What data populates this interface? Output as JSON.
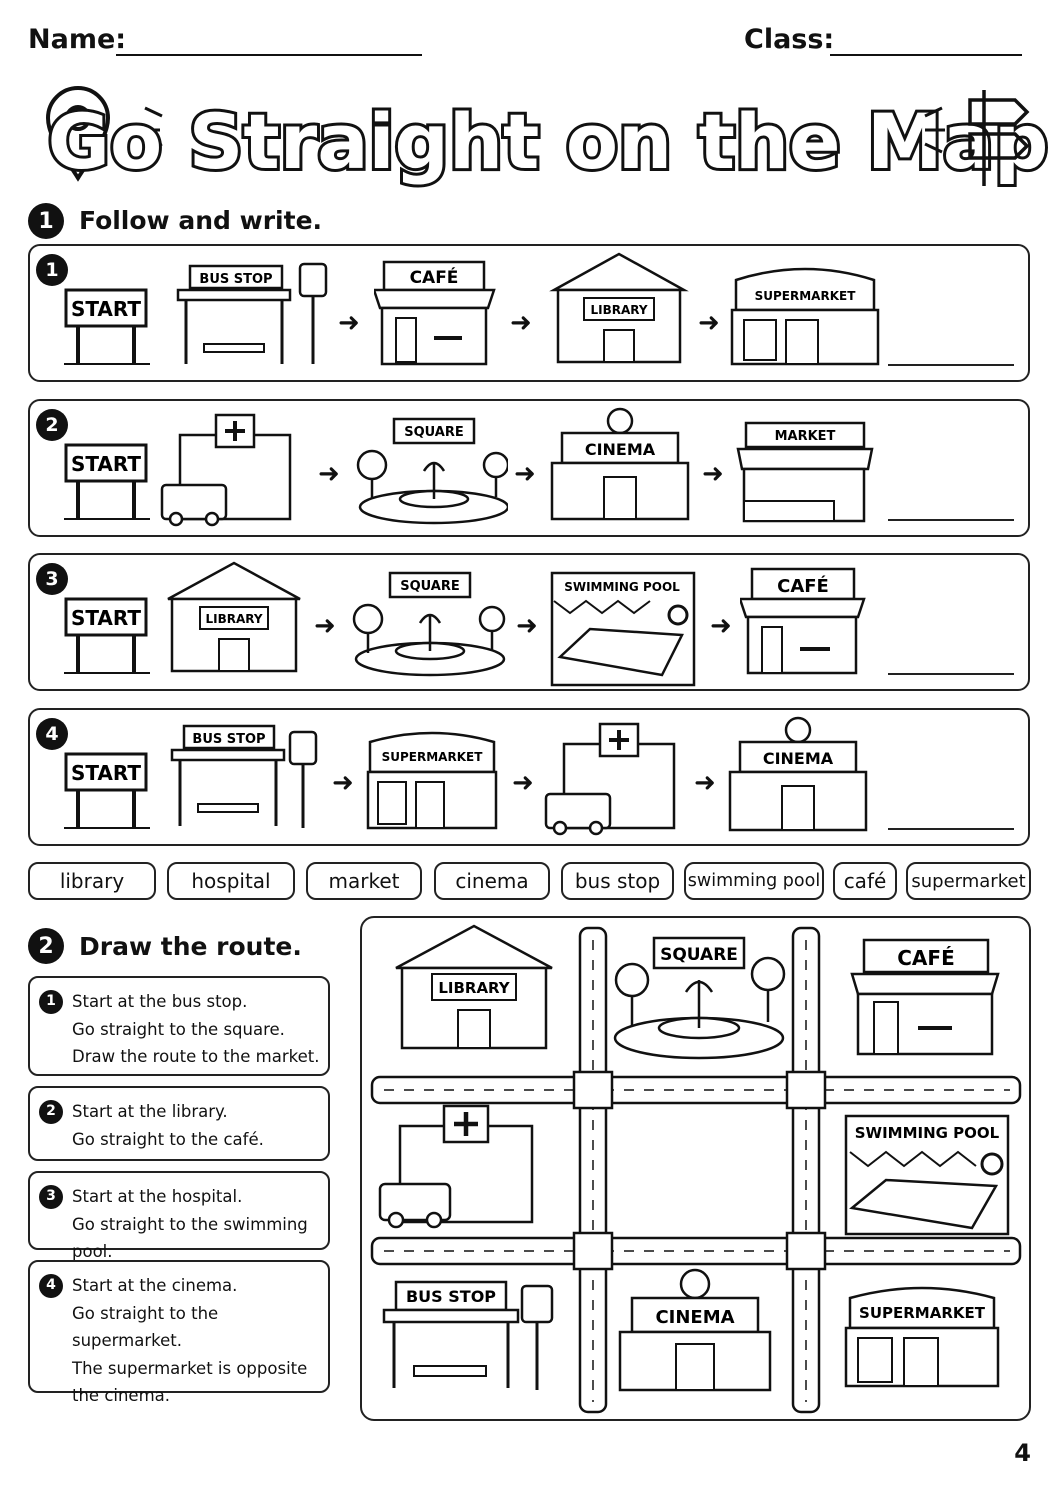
{
  "header": {
    "name_label": "Name:",
    "class_label": "Class:"
  },
  "title": "Go Straight on the Map",
  "section1": {
    "number": "1",
    "heading": "Follow and write."
  },
  "rows": [
    {
      "number": "1",
      "start": "START",
      "places": [
        "BUS STOP",
        "CAFÉ",
        "LIBRARY",
        "SUPERMARKET"
      ]
    },
    {
      "number": "2",
      "start": "START",
      "places": [
        "",
        "SQUARE",
        "CINEMA",
        "MARKET"
      ]
    },
    {
      "number": "3",
      "start": "START",
      "places": [
        "LIBRARY",
        "SQUARE",
        "SWIMMING POOL",
        "CAFÉ"
      ]
    },
    {
      "number": "4",
      "start": "START",
      "places": [
        "BUS STOP",
        "SUPERMARKET",
        "",
        "CINEMA"
      ]
    }
  ],
  "word_bank": [
    "library",
    "hospital",
    "market",
    "cinema",
    "bus stop",
    "swimming pool",
    "café",
    "supermarket"
  ],
  "section2": {
    "number": "2",
    "heading": "Draw the route."
  },
  "tasks": [
    {
      "number": "1",
      "lines": [
        "Start at the bus stop.",
        "Go straight to the square.",
        "Draw the route to the market."
      ]
    },
    {
      "number": "2",
      "lines": [
        "Start at the library.",
        "Go straight to the café."
      ]
    },
    {
      "number": "3",
      "lines": [
        "Start at the hospital.",
        "Go straight to the swimming pool."
      ]
    },
    {
      "number": "4",
      "lines": [
        "Start at the cinema.",
        "Go straight to the supermarket.",
        "The supermarket is opposite",
        "the cinema."
      ]
    }
  ],
  "map": {
    "labels": [
      "LIBRARY",
      "SQUARE",
      "CAFÉ",
      "SWIMMING POOL",
      "BUS STOP",
      "CINEMA",
      "SUPERMARKET"
    ]
  },
  "page_number": "4"
}
